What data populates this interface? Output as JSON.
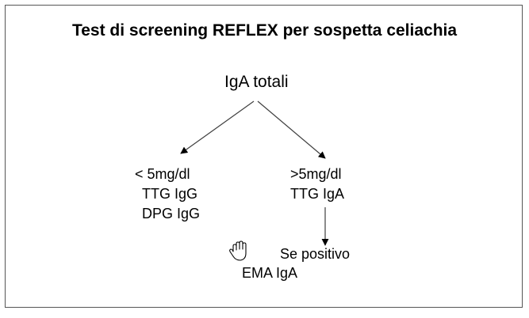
{
  "title": "Test di screening REFLEX per sospetta celiachia",
  "root": {
    "label": "IgA totali"
  },
  "left_branch": {
    "condition": "< 5mg/dl",
    "tests": [
      "TTG IgG",
      "DPG IgG"
    ]
  },
  "right_branch": {
    "condition": ">5mg/dl",
    "test": "TTG IgA",
    "follow_up_condition": "Se positivo",
    "follow_up_test": "EMA IgA"
  },
  "icons": {
    "cursor": "hand-cursor-icon"
  },
  "colors": {
    "background": "#ffffff",
    "line": "#404040",
    "text": "#000000"
  }
}
